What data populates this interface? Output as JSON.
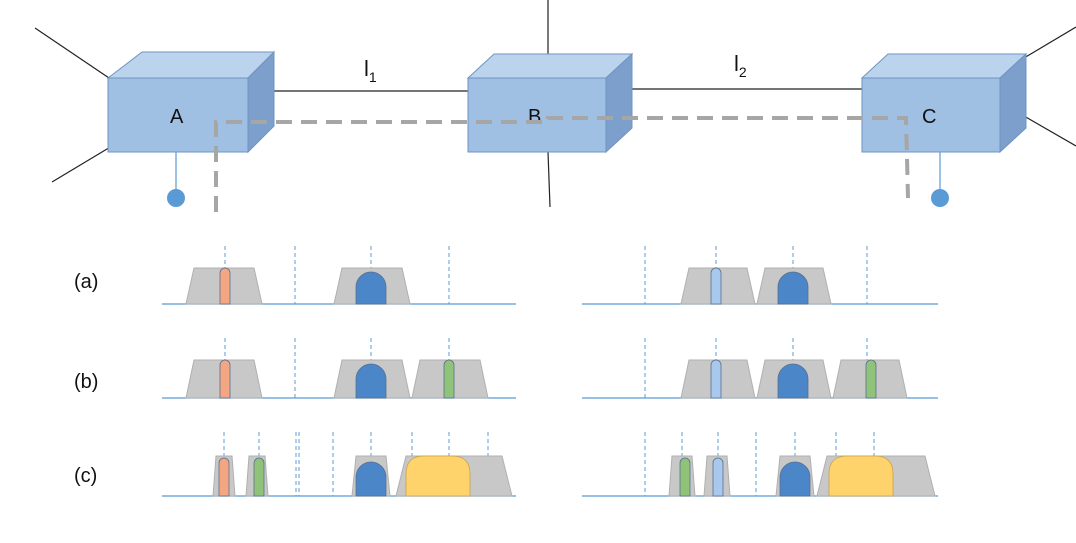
{
  "nodes": [
    {
      "id": "node-a",
      "label": "A"
    },
    {
      "id": "node-b",
      "label": "B"
    },
    {
      "id": "node-c",
      "label": "C"
    }
  ],
  "links": [
    {
      "id": "link-l1",
      "label": "l",
      "subscript": "1"
    },
    {
      "id": "link-l2",
      "label": "l",
      "subscript": "2"
    }
  ],
  "rows": [
    {
      "id": "row-a",
      "label": "(a)"
    },
    {
      "id": "row-b",
      "label": "(b)"
    },
    {
      "id": "row-c",
      "label": "(c)"
    }
  ],
  "colors": {
    "box_front": "#9fbfe3",
    "box_top": "#bcd3ee",
    "box_side": "#7d9fcc",
    "box_stroke": "#6f94c2",
    "path_dashed": "#a6a6a6",
    "endpoint": "#5b9bd5",
    "channel_gray": "#c8c8c8",
    "signal_blue": "#4a86c8",
    "signal_orange": "#f4a582",
    "signal_green": "#8fc37a",
    "signal_lightblue": "#a9c8ee",
    "signal_yellow": "#ffd36b",
    "baseline": "#5b9bd5"
  }
}
